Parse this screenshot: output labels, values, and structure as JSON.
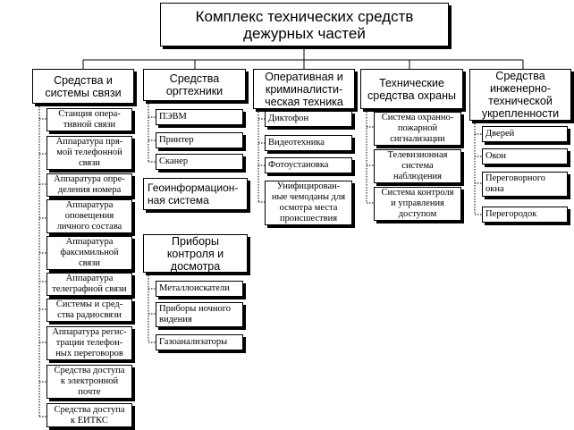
{
  "title": "Комплекс технических средств\nдежурных частей",
  "columns": [
    {
      "heading": "Средства и\nсистемы связи",
      "items": [
        "Станция опера-\nтивной связи",
        "Аппаратура пря-\nмой телефонной\nсвязи",
        "Аппаратура опре-\nделения номера",
        "Аппаратура\nоповещения\nличного состава",
        "Аппаратура\nфаксимильной\nсвязи",
        "Аппаратура\nтелеграфной связи",
        "Системы и сред-\nства радиосвязи",
        "Аппаратура регис-\nтрации телефон-\nных переговоров",
        "Средства доступа\nк электронной\nпочте",
        "Средства доступа\nк ЕИТКС"
      ]
    },
    {
      "heading": "Средства\nоргтехники",
      "items": [
        "ПЭВМ",
        "Принтер",
        "Сканер"
      ],
      "extra_box": "Геоинформацион-\nная система",
      "group2_heading": "Приборы\nконтроля и\nдосмотра",
      "group2_items": [
        "Металлоискатели",
        "Приборы ночного\nвидения",
        "Газоанализаторы"
      ]
    },
    {
      "heading": "Оперативная и\nкриминалисти-\nческая техника",
      "items": [
        "Диктофон",
        "Видеотехника",
        "Фотоустановка",
        "Унифицирован-\nные чемоданы для\nосмотра места\nпроисшествия"
      ]
    },
    {
      "heading": "Технические\nсредства охраны",
      "items": [
        "Система охранно-\nпожарной\nсигнализации",
        "Телевизионная\nсистема\nнаблюдения",
        "Система контроля\nи управления\nдоступом"
      ]
    },
    {
      "heading": "Средства\nинженерно-\nтехнической\nукрепленности",
      "items": [
        "Дверей",
        "Окон",
        "Переговорного\nокна",
        "Перегородок"
      ]
    }
  ]
}
